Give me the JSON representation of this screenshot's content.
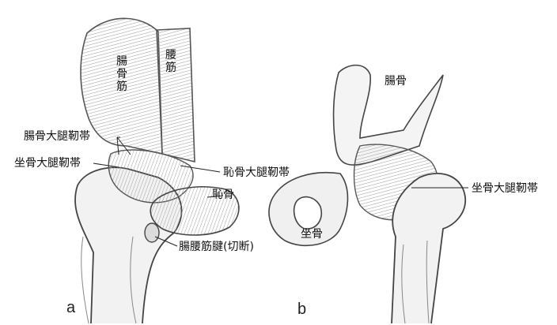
{
  "figure": {
    "panel_a": {
      "letter": "a",
      "labels": {
        "iliacus": "腸骨筋",
        "psoas": "腰筋",
        "iliofemoral_ligament": "腸骨大腿靭帯",
        "ischiofemoral_ligament": "坐骨大腿靭帯",
        "pubofemoral_ligament": "恥骨大腿靭帯",
        "pubis": "恥骨",
        "iliopsoas_tendon": "腸腰筋腱(切断)"
      }
    },
    "panel_b": {
      "letter": "b",
      "labels": {
        "ilium": "腸骨",
        "ischiofemoral_ligament": "坐骨大腿靭帯",
        "ischium": "坐骨"
      }
    }
  }
}
